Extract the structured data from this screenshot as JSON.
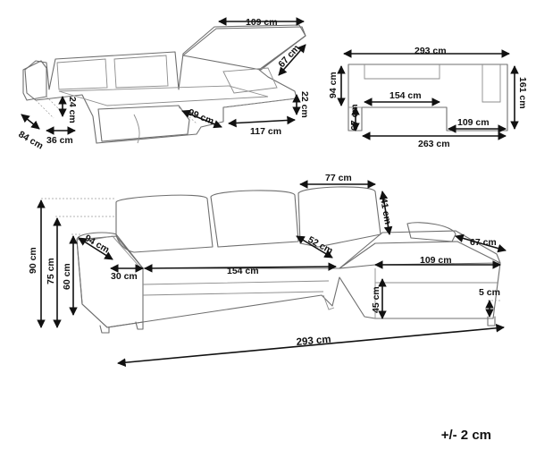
{
  "views": {
    "open_bed_view": {
      "dims": {
        "storage_lid_width": "109 cm",
        "storage_lid_depth": "67 cm",
        "armrest_height": "24 cm",
        "arm_depth": "84 cm",
        "arm_width": "36 cm",
        "bed_pullout": "99 cm",
        "chaise_length": "117 cm",
        "chaise_storage_height": "22 cm"
      }
    },
    "top_view": {
      "dims": {
        "overall_width": "293 cm",
        "sofa_depth": "94 cm",
        "inner_length": "154 cm",
        "chaise_depth": "161 cm",
        "seat_depth": "67 cm",
        "chaise_width": "109 cm",
        "bed_length": "263 cm"
      }
    },
    "front_view": {
      "dims": {
        "back_cushion_width": "77 cm",
        "back_cushion_height": "41 cm",
        "overall_height": "90 cm",
        "back_height": "75 cm",
        "arm_height": "60 cm",
        "arm_depth": "94 cm",
        "corner_depth": "52 cm",
        "chaise_depth": "67 cm",
        "arm_width": "30 cm",
        "seat_width": "154 cm",
        "chaise_width": "109 cm",
        "seat_height": "45 cm",
        "leg_height": "5 cm",
        "overall_width": "293 cm"
      }
    }
  },
  "tolerance": "+/- 2 cm"
}
